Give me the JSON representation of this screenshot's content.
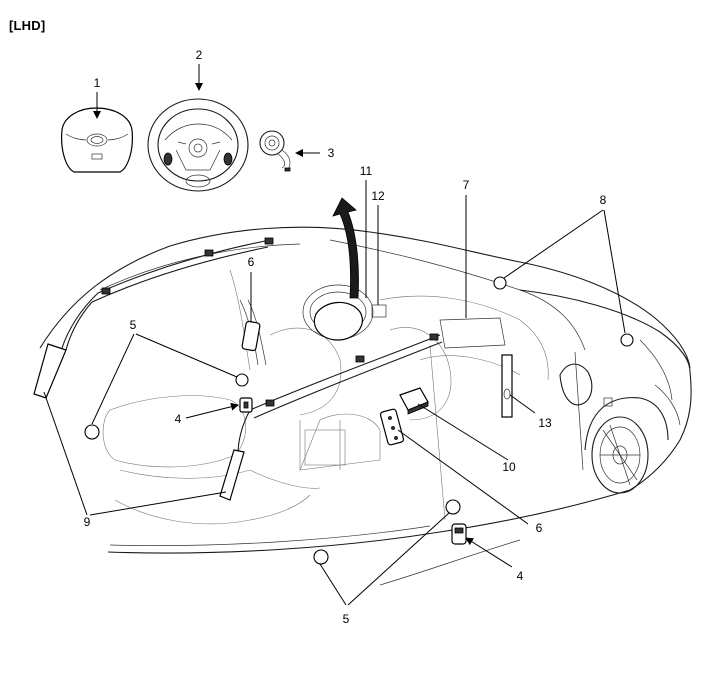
{
  "header": {
    "label": "[LHD]"
  },
  "callouts": {
    "c1": "1",
    "c2": "2",
    "c3": "3",
    "c4a": "4",
    "c4b": "4",
    "c5a": "5",
    "c5b": "5",
    "c6a": "6",
    "c6b": "6",
    "c7": "7",
    "c8": "8",
    "c9": "9",
    "c10": "10",
    "c11": "11",
    "c12": "12",
    "c13": "13"
  }
}
